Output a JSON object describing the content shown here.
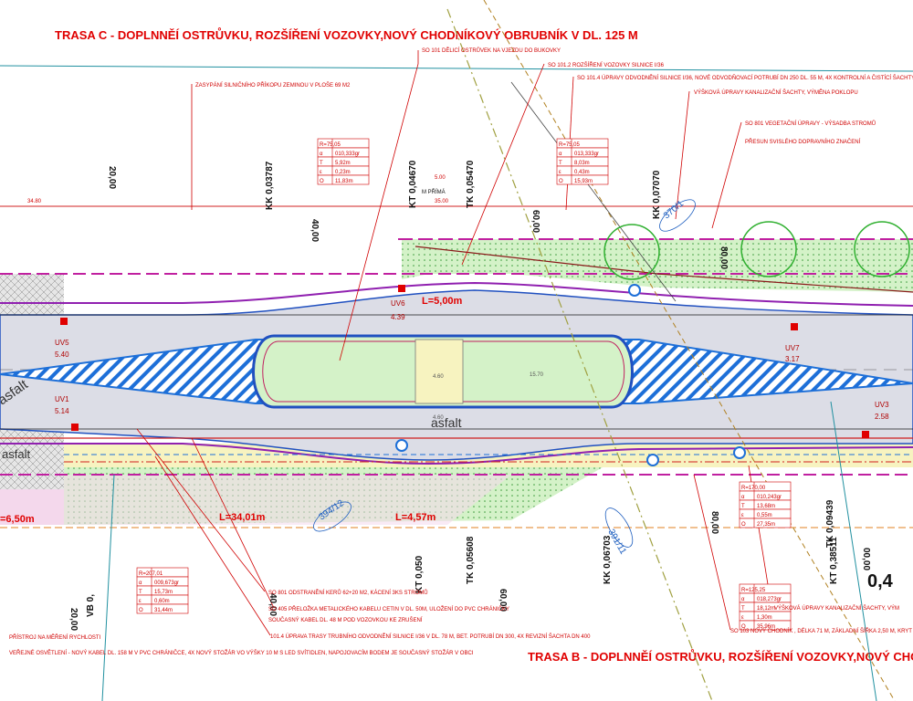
{
  "titles": {
    "top": "TRASA C - DOPLNNĚÍ OSTRŮVKU, ROZŠÍŘENÍ VOZOVKY,NOVÝ CHODNÍKOVÝ OBRUBNÍK V DL. 125 M",
    "bottom": "TRASA B - DOPLNNĚÍ OSTRŮVKU, ROZŠÍŘENÍ VOZOVKY,NOVÝ CHODNÍ"
  },
  "scale_label": "0,4",
  "top_notes": [
    "SO 101  DĚLICÍ OSTRŮVEK NA VJEZDU DO BUKOVKY",
    "SO 101.2  ROZŠÍŘENÍ VOZOVKY SILNICE I/36",
    "SO 101.4 ÚPRAVY ODVODNĚNÍ SILNICE I/36, NOVÉ ODVODŇOVACÍ POTRUBÍ DN 250 DL. 55 M,  4X KONTROLNÍ A ČISTÍCÍ ŠACHTY",
    "VÝŠKOVÁ ÚPRAVY KANALIZAČNÍ ŠACHTY, VÝMĚNA POKLOPU",
    "SO 801  VEGETAČNÍ ÚPRAVY - VÝSADBA STROMŮ",
    "PŘESUN SVISLÉHO DOPRAVNÍHO ZNAČENÍ",
    "ZASYPÁNÍ SILNIČNÍHO PŘÍKOPU ZEMINOU V PLOŠE 69 M2"
  ],
  "bottom_notes": [
    "SO 801  ODSTRANĚNÍ KERŮ  62+20 M2, KÁCENÍ 3KS STROMŮ",
    "SO 405 PŘELOŽKA METALICKÉHO KABELU CETIN V DL. 50M, ULOŽENÍ DO PVC CHRÁNIČKY",
    "SOUČASNÝ KABEL DL. 48 M POD VOZOVKOU KE ZRUŠENÍ",
    "101.4 ÚPRAVA TRASY TRUBNÍHO ODVODNĚNÍ SILNICE I/36 V DL. 78 M, BET. POTRUBÍ DN 300, 4X REVIZNÍ ŠACHTA DN 400",
    "VEŘEJNÉ OSVĚTLENÍ  - NOVÝ KABEL DL. 158 M V PVC CHRÁNIČCE, 4X NOVÝ STOŽÁR VO VÝŠKY 10 M S LED SVÍTIDLEN, NAPOJOVACÍM BODEM JE SOUČASNÝ STOŽÁR V OBCI",
    "PŘÍSTROJ NA MĚŘENÍ RYCHLOSTI",
    "SO 103 NOVÝ CHODNÍK , DÉLKA 71 M, ZÁKLADNÍ ŠÍŘKA 2,50 M, KRYT",
    "VÝŠKOVÁ ÚPRAVY KANALIZAČNÍ ŠACHTY, VÝM"
  ],
  "chainage_labels": [
    {
      "text": "KK 0,03787"
    },
    {
      "text": "KT 0,04670"
    },
    {
      "text": "TK 0,05470"
    },
    {
      "text": "KK 0,07070"
    },
    {
      "text": "KT 0,050"
    },
    {
      "text": "TK 0,05608"
    },
    {
      "text": "KK 0,06703"
    },
    {
      "text": "TK 0,09439"
    },
    {
      "text": "KT 0,38511"
    },
    {
      "text": "VB 0,"
    }
  ],
  "elevation_labels": [
    {
      "text": "UV6"
    },
    {
      "text": "4.39"
    },
    {
      "text": "UV5"
    },
    {
      "text": "5.40"
    },
    {
      "text": "UV1"
    },
    {
      "text": "5.14"
    },
    {
      "text": "UV7"
    },
    {
      "text": "3.17"
    },
    {
      "text": "UV3"
    },
    {
      "text": "2.58"
    }
  ],
  "dimension_labels": [
    {
      "text": "L=5,00m"
    },
    {
      "text": "L=34,01m"
    },
    {
      "text": "L=4,57m"
    },
    {
      "text": "5.00"
    },
    {
      "text": "35.00"
    },
    {
      "text": "34.80"
    },
    {
      "text": "4.60"
    },
    {
      "text": "4.60"
    },
    {
      "text": "15.70"
    },
    {
      "text": "M PŘÍMÁ"
    },
    {
      "text": "=6,50m"
    }
  ],
  "station_labels": [
    {
      "text": "20,00"
    },
    {
      "text": "40,00"
    },
    {
      "text": "60,00"
    },
    {
      "text": "80,00"
    },
    {
      "text": "40,00"
    },
    {
      "text": "60,00"
    },
    {
      "text": "80,00"
    },
    {
      "text": "00,00"
    },
    {
      "text": "20,00"
    }
  ],
  "surface_labels": [
    {
      "text": "asfalt"
    },
    {
      "text": "asfalt"
    },
    {
      "text": "asfalt"
    }
  ],
  "parcel_labels": [
    {
      "text": "370/1"
    },
    {
      "text": "394/12"
    },
    {
      "text": "391/11"
    }
  ],
  "curve_tables": [
    {
      "rows": [
        [
          "R=75,05",
          ""
        ],
        [
          "α",
          "010,333gr"
        ],
        [
          "T",
          "5,92m"
        ],
        [
          "ε",
          "0,23m"
        ],
        [
          "O",
          "11,83m"
        ]
      ]
    },
    {
      "rows": [
        [
          "R=75,05",
          ""
        ],
        [
          "α",
          "013,333gr"
        ],
        [
          "T",
          "8,03m"
        ],
        [
          "ε",
          "0,43m"
        ],
        [
          "O",
          "15,93m"
        ]
      ]
    },
    {
      "rows": [
        [
          "R=170,00",
          ""
        ],
        [
          "α",
          "010,243gr"
        ],
        [
          "T",
          "13,68m"
        ],
        [
          "ε",
          "0,55m"
        ],
        [
          "O",
          "27,35m"
        ]
      ]
    },
    {
      "rows": [
        [
          "R=125,25",
          ""
        ],
        [
          "α",
          "018,273gr"
        ],
        [
          "T",
          "18,12m"
        ],
        [
          "ε",
          "1,30m"
        ],
        [
          "O",
          "35,96m"
        ]
      ]
    },
    {
      "rows": [
        [
          "R=207,01",
          ""
        ],
        [
          "α",
          "009,673gr"
        ],
        [
          "T",
          "15,73m"
        ],
        [
          "ε",
          "0,60m"
        ],
        [
          "O",
          "31,44m"
        ]
      ]
    }
  ],
  "colors": {
    "red": "#e00000",
    "blue": "#1060d8",
    "magenta": "#c020a0",
    "road_grey": "#dcdde6",
    "green_fill": "#d4f2c8",
    "pink_fill": "#f4d8ec",
    "yellow_fill": "#f7f3c0"
  }
}
